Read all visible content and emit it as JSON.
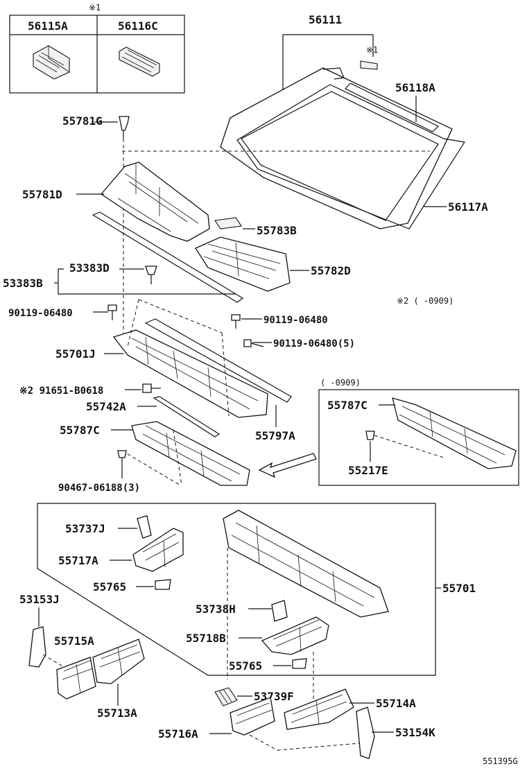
{
  "labels": {
    "note1_top": "※1",
    "p56115A": "56115A",
    "p56116C": "56116C",
    "p56111": "56111",
    "note1_glass": "※1",
    "p56118A": "56118A",
    "p55781G": "55781G",
    "p55781D": "55781D",
    "p56117A": "56117A",
    "p55783B": "55783B",
    "p53383D": "53383D",
    "p53383B": "53383B",
    "p55782D": "55782D",
    "note2_range": "※2 (   -0909)",
    "p90119_06480_a": "90119-06480",
    "p90119_06480_b": "90119-06480",
    "p90119_06480_c": "90119-06480(5)",
    "p55701J": "55701J",
    "inset_range": "(   -0909)",
    "p91651": "※2 91651-B0618",
    "p55742A": "55742A",
    "p55787C_a": "55787C",
    "p55787C_b": "55787C",
    "p55797A": "55797A",
    "p55217E": "55217E",
    "p90467": "90467-06188(3)",
    "p53737J": "53737J",
    "p55717A": "55717A",
    "p55765_a": "55765",
    "p55701": "55701",
    "p53153J": "53153J",
    "p53738H": "53738H",
    "p55715A": "55715A",
    "p55718B": "55718B",
    "p55765_b": "55765",
    "p55713A": "55713A",
    "p53739F": "53739F",
    "p55714A": "55714A",
    "p55716A": "55716A",
    "p53154K": "53154K",
    "diagram_code": "551395G"
  }
}
